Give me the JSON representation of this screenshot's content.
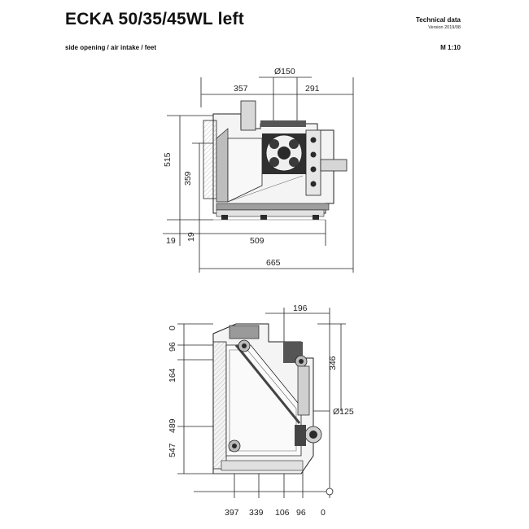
{
  "header": {
    "title": "ECKA 50/35/45WL left",
    "subtitle": "side opening / air intake / feet",
    "tech_label": "Technical data",
    "version": "Version 2019/08",
    "scale": "M 1:10"
  },
  "side_view": {
    "dims": {
      "top_left": "357",
      "top_right": "291",
      "diameter": "Ø150",
      "height_total": "515",
      "height_inner": "359",
      "offset_left": "19",
      "offset_vertical": "19",
      "width_inner": "509",
      "width_total": "665"
    }
  },
  "top_view": {
    "dims": {
      "top_right": "196",
      "left_0": "0",
      "left_96": "96",
      "left_164": "164",
      "left_489": "489",
      "left_547": "547",
      "right_346": "346",
      "diameter": "Ø125",
      "bottom_397": "397",
      "bottom_339": "339",
      "bottom_106": "106",
      "bottom_96": "96",
      "bottom_0": "0"
    }
  }
}
